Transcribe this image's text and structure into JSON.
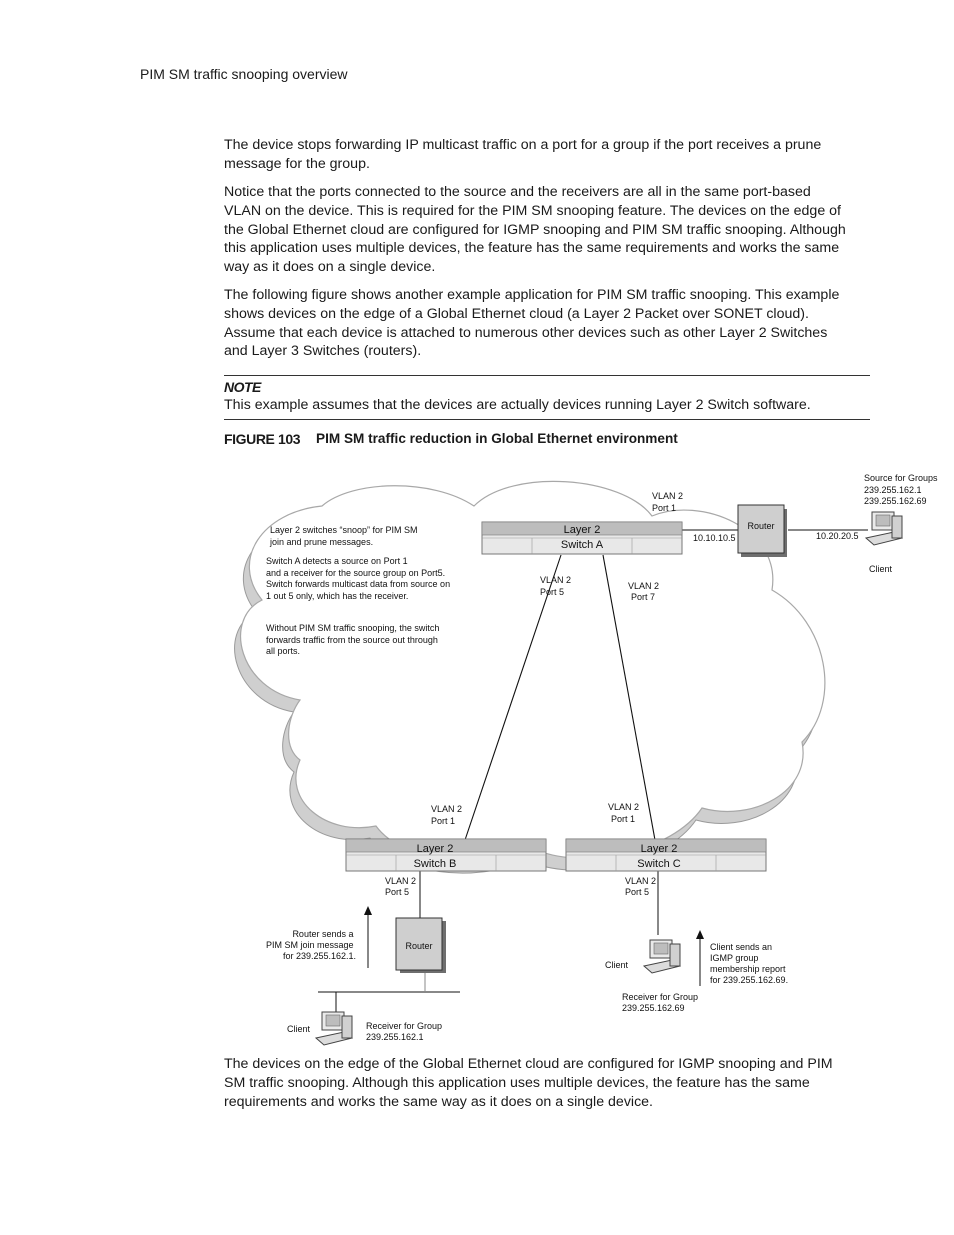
{
  "header": "PIM SM traffic snooping overview",
  "paragraphs": [
    [
      "The device stops forwarding IP multicast traffic on a port for a group if the port receives a prune",
      "message for the group."
    ],
    [
      "Notice that the ports connected to the source and the receivers are all in the same port-based",
      "VLAN on the device.  This is required for the PIM SM snooping feature. The devices on the edge of",
      "the Global Ethernet cloud are configured for IGMP snooping and PIM SM traffic snooping.  Although",
      "this application uses multiple devices, the feature has the same requirements and works the same",
      "way as it does on a single device."
    ],
    [
      "The following figure shows another example application for PIM SM traffic snooping.  This example",
      "shows devices on the edge of a Global Ethernet cloud (a Layer 2 Packet over SONET cloud).",
      "Assume that each device is attached to numerous other devices such as other Layer 2 Switches",
      "and Layer 3 Switches (routers)."
    ]
  ],
  "note": {
    "title": "NOTE",
    "text": "This example assumes that the devices are actually devices running Layer 2 Switch software."
  },
  "figure": {
    "number": "FIGURE 103",
    "caption": "PIM SM traffic reduction in Global Ethernet environment"
  },
  "diagram": {
    "cloud_note_1": [
      "Layer 2 switches “snoop” for PIM SM",
      "join and prune messages."
    ],
    "cloud_note_2": [
      "Switch A detects a source on Port 1",
      "and a receiver for the source group on Port5.",
      "Switch forwards multicast data from source on",
      "1 out 5 only, which has the receiver."
    ],
    "cloud_note_3": [
      "Without PIM SM traffic snooping, the switch",
      "forwards traffic from the source out through",
      "all ports."
    ],
    "switch_a": [
      "Layer 2",
      "Switch A"
    ],
    "switch_b": [
      "Layer 2",
      "Switch B"
    ],
    "switch_c": [
      "Layer 2",
      "Switch C"
    ],
    "a_port1": [
      "VLAN 2",
      "Port 1"
    ],
    "a_port5": [
      "VLAN 2",
      "Port 5"
    ],
    "a_port7": [
      "VLAN 2",
      "Port 7"
    ],
    "b_port1": [
      "VLAN 2",
      "Port 1"
    ],
    "b_port5": [
      "VLAN 2",
      "Port 5"
    ],
    "c_port1": [
      "VLAN 2",
      "Port 1"
    ],
    "c_port5": [
      "VLAN 2",
      "Port 5"
    ],
    "router_label": "Router",
    "ip_a": "10.10.10.5",
    "ip_b": "10.20.20.5",
    "source_label": [
      "Source for Groups",
      "239.255.162.1",
      "239.255.162.69"
    ],
    "client_label": "Client",
    "router_note": [
      "Router sends a",
      "PIM SM join message",
      "for 239.255.162.1."
    ],
    "client_note": [
      "Client sends an",
      "IGMP group",
      "membership report",
      "for 239.255.162.69."
    ],
    "receiver_b": [
      "Receiver for Group",
      "239.255.162.1"
    ],
    "receiver_c": [
      "Receiver for Group",
      "239.255.162.69"
    ]
  },
  "closing_paragraph": [
    "The devices on the edge of the Global Ethernet cloud are configured for IGMP snooping and PIM",
    "SM traffic snooping.  Although this application uses multiple devices, the feature has the same",
    "requirements and works the same way as it does on a single device."
  ]
}
